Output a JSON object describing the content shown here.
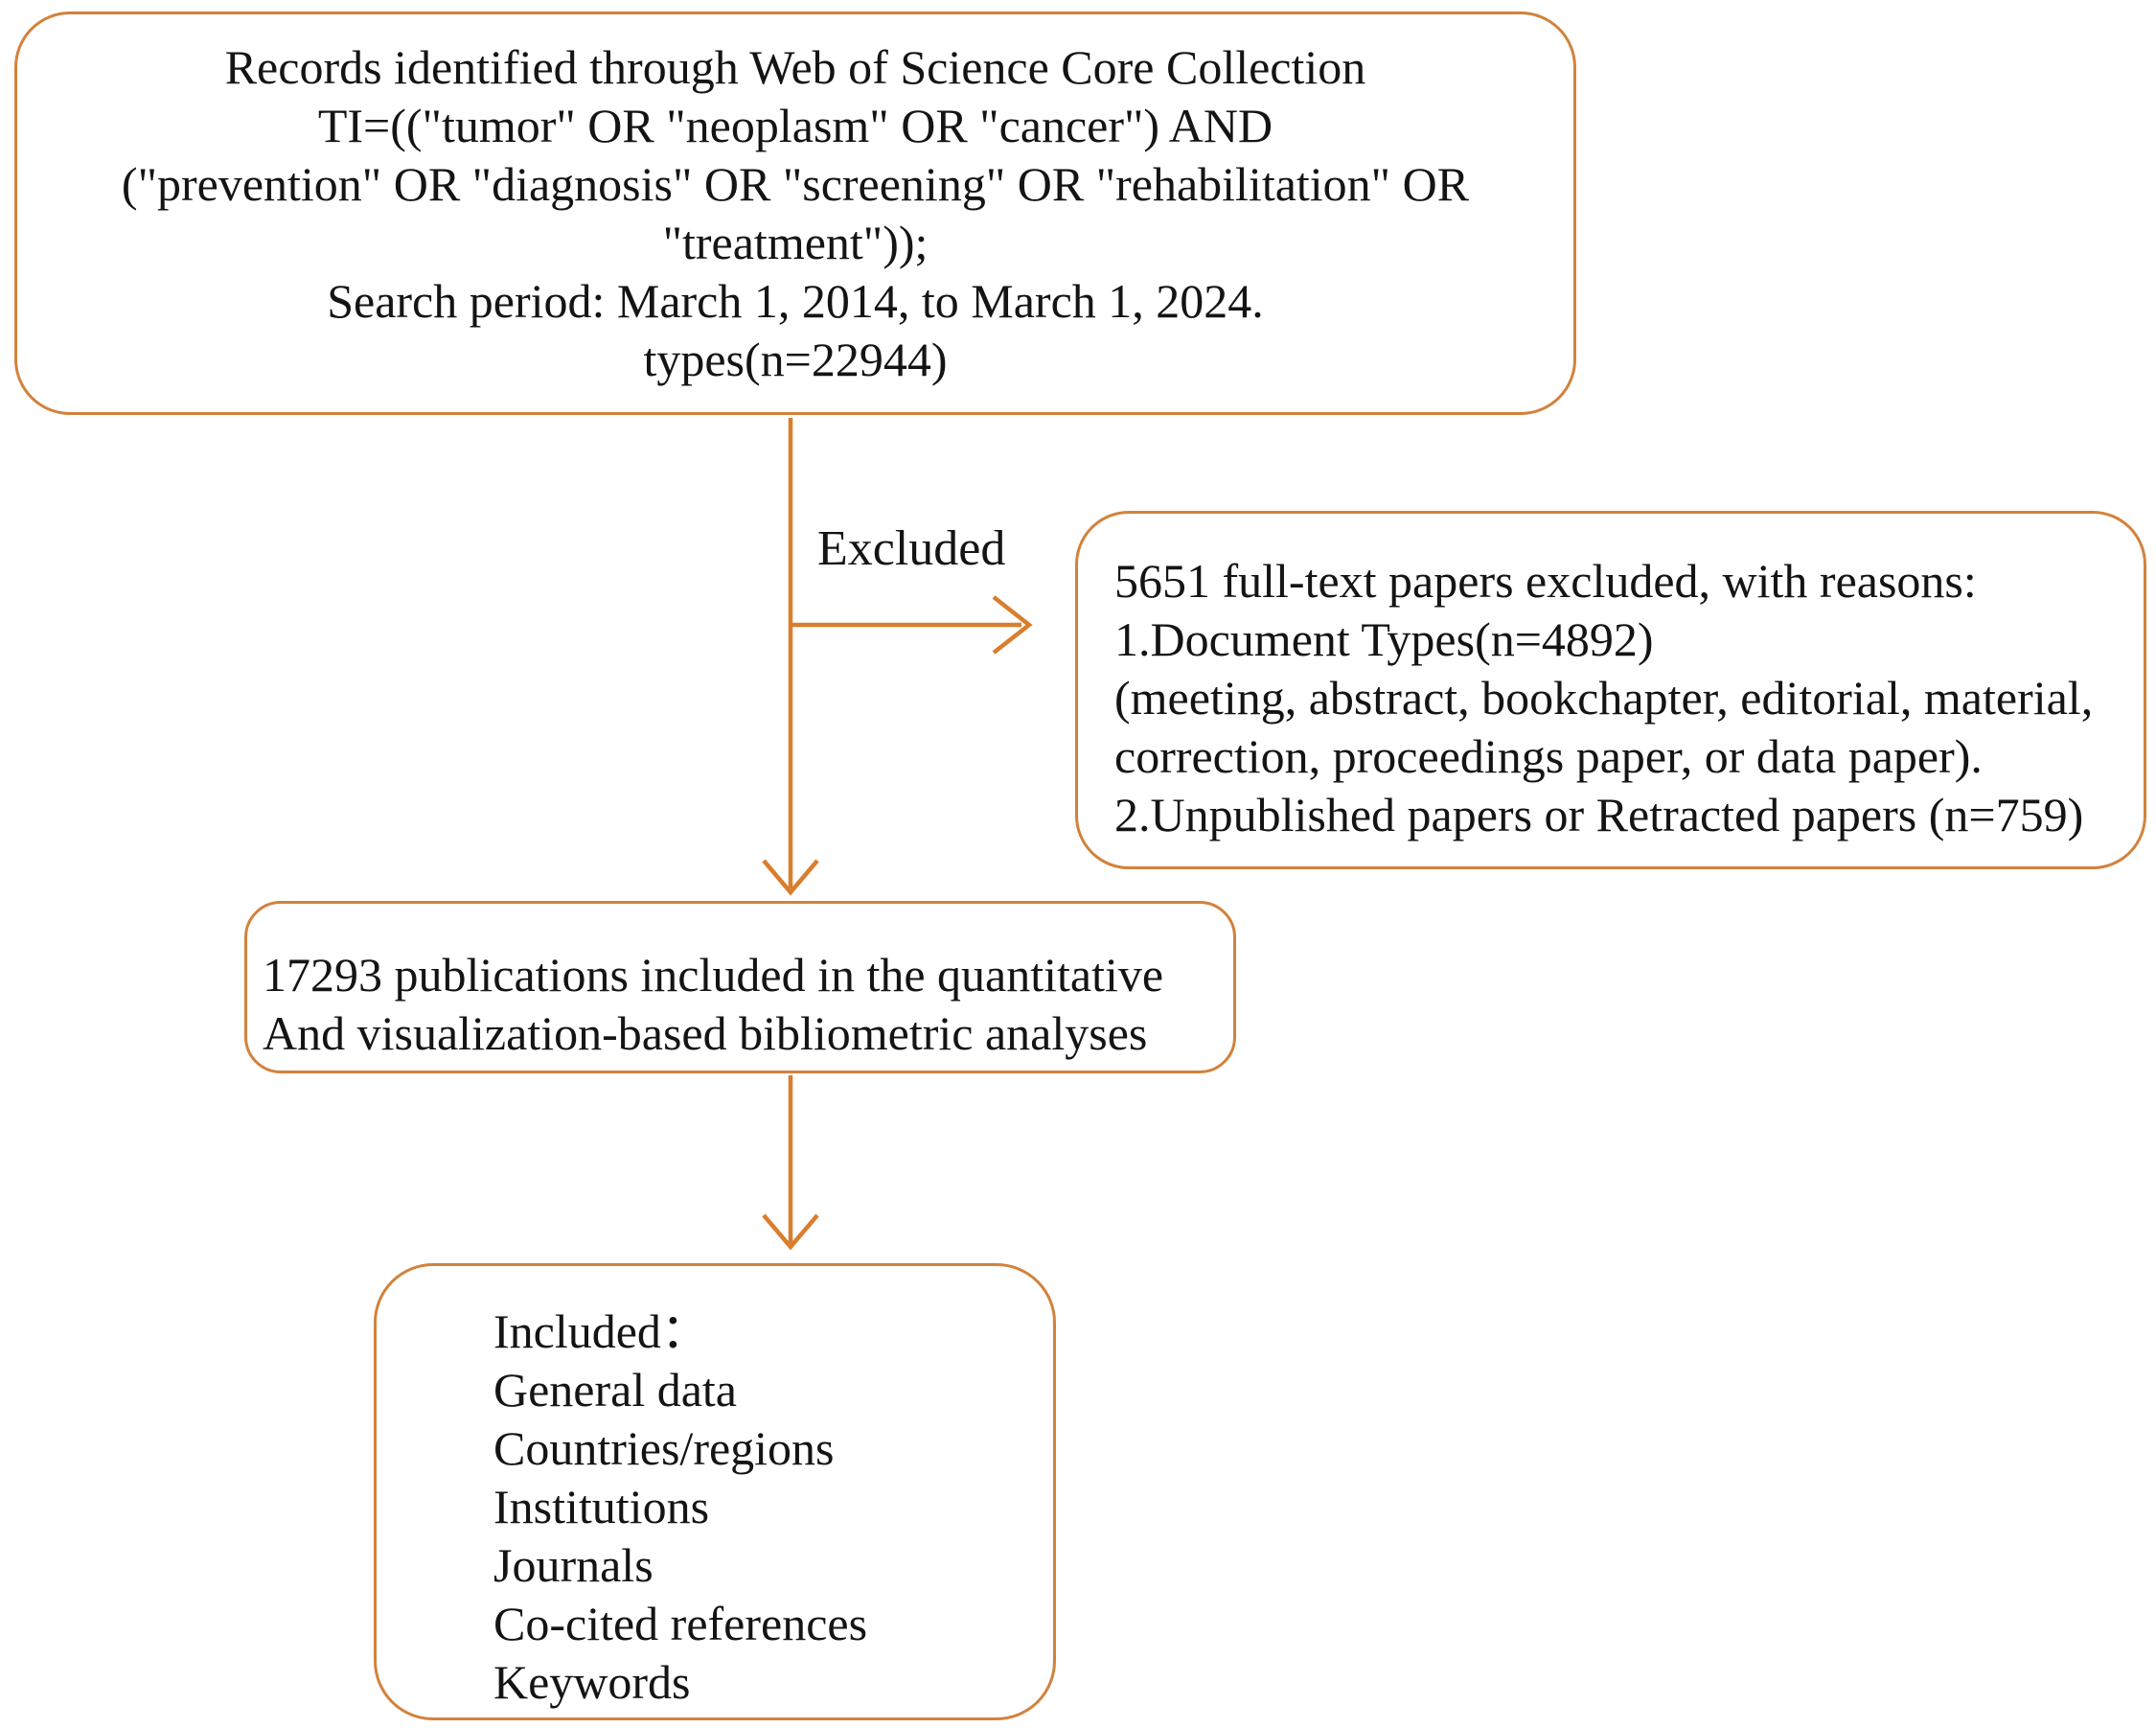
{
  "colors": {
    "accent": "#d2823c",
    "arrow": "#d97e2e",
    "ink": "#141414",
    "background": "#ffffff"
  },
  "flow": {
    "records": {
      "lines": [
        "Records identified through Web of Science Core Collection",
        "TI=((\"tumor\" OR \"neoplasm\" OR \"cancer\") AND",
        "(\"prevention\" OR \"diagnosis\" OR \"screening\" OR \"rehabilitation\" OR",
        "\"treatment\"));",
        "Search period: March 1, 2014, to March 1, 2024.",
        "types(n=22944)"
      ]
    },
    "excluded_label": "Excluded",
    "excluded": {
      "lines": [
        "5651 full-text papers excluded, with reasons:",
        "1.Document Types(n=4892)",
        "(meeting, abstract, bookchapter, editorial, material,",
        "correction, proceedings paper, or data paper).",
        "2.Unpublished papers or Retracted papers (n=759)"
      ]
    },
    "analyses": {
      "lines": [
        "17293 publications included in the quantitative",
        "And visualization-based bibliometric analyses"
      ]
    },
    "included": {
      "lines": [
        "Included：",
        "General data",
        "Countries/regions",
        "Institutions",
        "Journals",
        "Co-cited references",
        "Keywords"
      ]
    }
  }
}
